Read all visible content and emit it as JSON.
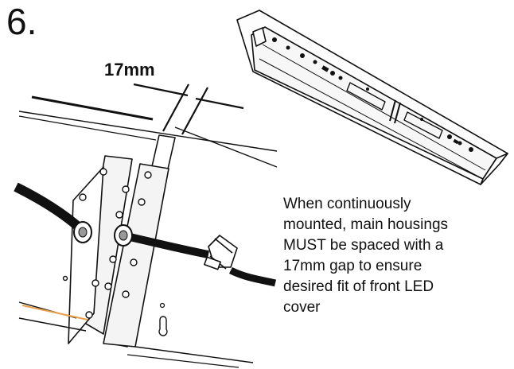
{
  "step": {
    "number": "6."
  },
  "dimension": {
    "label": "17mm"
  },
  "caption": {
    "lines": [
      "When continuously",
      "mounted, main housings",
      "MUST be spaced with a",
      "17mm gap to ensure",
      "desired fit of front LED",
      "cover"
    ]
  },
  "colors": {
    "line": "#111111",
    "housing_shade": "#f4f4f4",
    "accent_edge": "#e8a04c"
  }
}
